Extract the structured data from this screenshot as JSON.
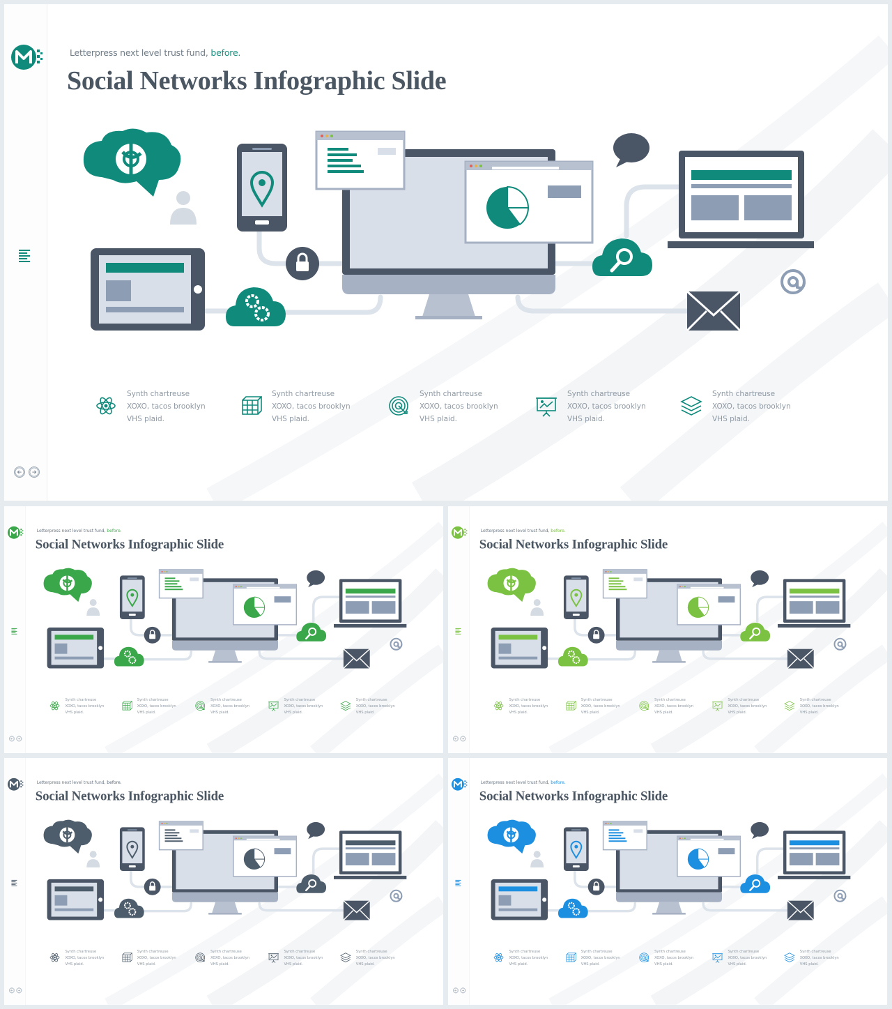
{
  "slide": {
    "tagline_main": "Letterpress next level trust fund, ",
    "tagline_highlight": "before.",
    "title": "Social Networks Infographic Slide",
    "features": [
      {
        "icon": "atom-icon",
        "line1": "Synth chartreuse",
        "line2": "XOXO, tacos brooklyn",
        "line3": "VHS plaid."
      },
      {
        "icon": "cube-grid-icon",
        "line1": "Synth chartreuse",
        "line2": "XOXO, tacos brooklyn",
        "line3": "VHS plaid."
      },
      {
        "icon": "target-icon",
        "line1": "Synth chartreuse",
        "line2": "XOXO, tacos brooklyn",
        "line3": "VHS plaid."
      },
      {
        "icon": "presentation-board-icon",
        "line1": "Synth chartreuse",
        "line2": "XOXO, tacos brooklyn",
        "line3": "VHS plaid."
      },
      {
        "icon": "layers-icon",
        "line1": "Synth chartreuse",
        "line2": "XOXO, tacos brooklyn",
        "line3": "VHS plaid."
      }
    ]
  },
  "variants": [
    {
      "name": "teal",
      "accent": "#0f8a7b",
      "accent_light": "#17907f"
    },
    {
      "name": "green",
      "accent": "#3aa84a",
      "accent_light": "#45b052"
    },
    {
      "name": "light-green",
      "accent": "#7cc242",
      "accent_light": "#7cc242"
    },
    {
      "name": "gray",
      "accent": "#4e5d6b",
      "accent_light": "#5d6b79"
    },
    {
      "name": "blue",
      "accent": "#1d8fe1",
      "accent_light": "#2196e8"
    }
  ],
  "colors": {
    "dark": "#4a5566",
    "screen": "#d9dfe8",
    "block": "#8d9db4",
    "light_line": "#dde3ea"
  }
}
